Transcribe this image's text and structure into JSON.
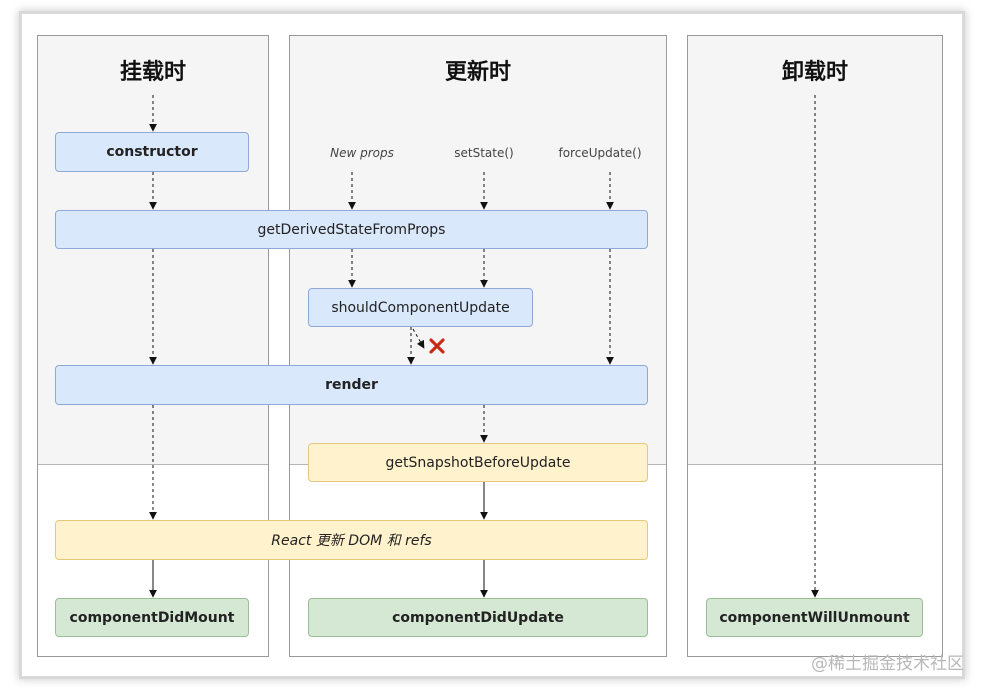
{
  "columns": {
    "mount": {
      "title": "挂载时"
    },
    "update": {
      "title": "更新时"
    },
    "unmount": {
      "title": "卸载时"
    }
  },
  "triggers": {
    "new_props": "New props",
    "set_state": "setState()",
    "force_update": "forceUpdate()"
  },
  "nodes": {
    "constructor": "constructor",
    "get_derived_state": "getDerivedStateFromProps",
    "should_update": "shouldComponentUpdate",
    "render": "render",
    "get_snapshot": "getSnapshotBeforeUpdate",
    "react_update_dom": "React 更新 DOM 和 refs",
    "did_mount": "componentDidMount",
    "did_update": "componentDidUpdate",
    "will_unmount": "componentWillUnmount"
  },
  "colors": {
    "blue_fill": "#dae8fc",
    "yellow_fill": "#fff2cc",
    "green_fill": "#d5e8d4",
    "cancel_mark": "#d9301c"
  },
  "icons": {
    "cancel": "x-icon"
  },
  "watermark": "@稀土掘金技术社区"
}
